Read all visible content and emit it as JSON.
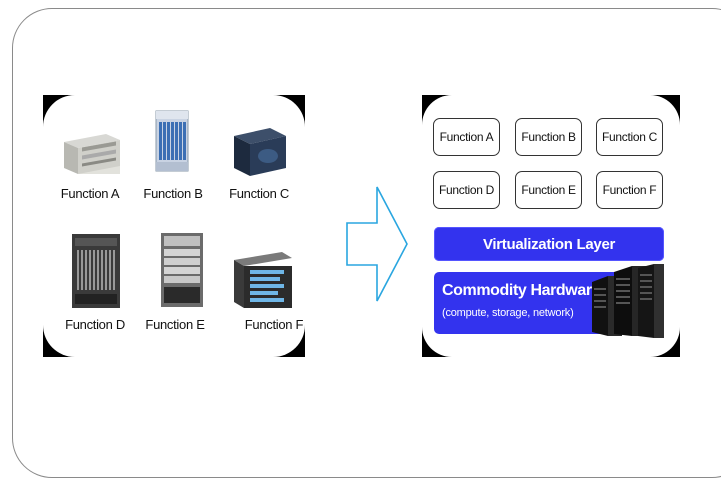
{
  "before": {
    "devices": [
      {
        "label": "Function A",
        "icon": "router-chassis-icon"
      },
      {
        "label": "Function B",
        "icon": "blade-chassis-icon"
      },
      {
        "label": "Function C",
        "icon": "appliance-box-icon"
      },
      {
        "label": "Function D",
        "icon": "tall-chassis-icon"
      },
      {
        "label": "Function E",
        "icon": "modular-switch-icon"
      },
      {
        "label": "Function F",
        "icon": "rack-switch-icon"
      }
    ]
  },
  "after": {
    "functions": [
      "Function A",
      "Function B",
      "Function C",
      "Function D",
      "Function E",
      "Function F"
    ],
    "virtualization_layer": "Virtualization Layer",
    "hardware_title": "Commodity Hardware",
    "hardware_subtitle": "(compute, storage, network)",
    "hardware_icon": "server-rack-icon"
  },
  "colors": {
    "layer_blue": "#3333ee",
    "arrow_outline": "#2aa6e0"
  }
}
